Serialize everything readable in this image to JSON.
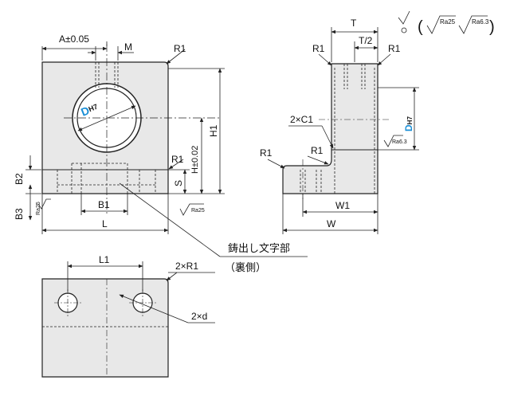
{
  "colors": {
    "part_fill": "#e8e8e8",
    "line": "#222222",
    "accent": "#1a8fd6"
  },
  "labels": {
    "a": "A±0.05",
    "m": "M",
    "r1_front_top": "R1",
    "dh7": "DH7",
    "d_letter": "D",
    "h7": "H7",
    "h1": "H1",
    "r1_front_mid": "R1",
    "h_tol": "H±0.02",
    "s": "S",
    "b2": "B2",
    "b1": "B1",
    "b3": "B3",
    "l": "L",
    "ra25_left": "Ra25",
    "ra25_bottom": "Ra25",
    "cast_text": "鋳出し文字部",
    "cast_text_sub": "（裏側）",
    "t": "T",
    "t_half": "T/2",
    "r1_side_tl": "R1",
    "r1_side_tr": "R1",
    "c1": "2×C1",
    "r1_side_inner": "R1",
    "r1_side_left": "R1",
    "ra63_side": "Ra6.3",
    "w1": "W1",
    "w": "W",
    "l1": "L1",
    "r1_bottom": "2×R1",
    "d_holes": "2×d",
    "finish_ra25": "Ra25",
    "finish_ra63": "Ra6.3",
    "paren_open": "(",
    "paren_close": ")"
  }
}
